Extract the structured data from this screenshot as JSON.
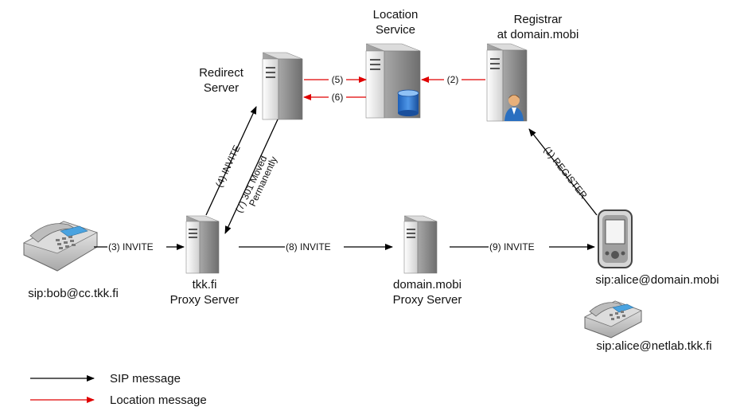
{
  "nodes": {
    "location_service": {
      "line1": "Location",
      "line2": "Service"
    },
    "registrar": {
      "line1": "Registrar",
      "line2": "at domain.mobi"
    },
    "redirect_server": {
      "line1": "Redirect",
      "line2": "Server"
    },
    "tkk_proxy": {
      "line1": "tkk.fi",
      "line2": "Proxy Server"
    },
    "domain_proxy": {
      "line1": "domain.mobi",
      "line2": "Proxy Server"
    },
    "bob": {
      "label": "sip:bob@cc.tkk.fi"
    },
    "alice_mobile": {
      "label": "sip:alice@domain.mobi"
    },
    "alice_phone": {
      "label": "sip:alice@netlab.tkk.fi"
    }
  },
  "messages": {
    "m1": "(1) REGISTER",
    "m2": "(2)",
    "m3": "(3) INVITE",
    "m4": "(4) INVITE",
    "m5": "(5)",
    "m6": "(6)",
    "m7_line1": "(7) 301 Moved",
    "m7_line2": "Permanently",
    "m8": "(8) INVITE",
    "m9": "(9) INVITE"
  },
  "legend": {
    "sip": "SIP message",
    "location": "Location message"
  },
  "colors": {
    "sip_arrow": "#000000",
    "location_arrow": "#e00000",
    "server_light": "#eeeeee",
    "server_dark": "#9a9a9a"
  }
}
